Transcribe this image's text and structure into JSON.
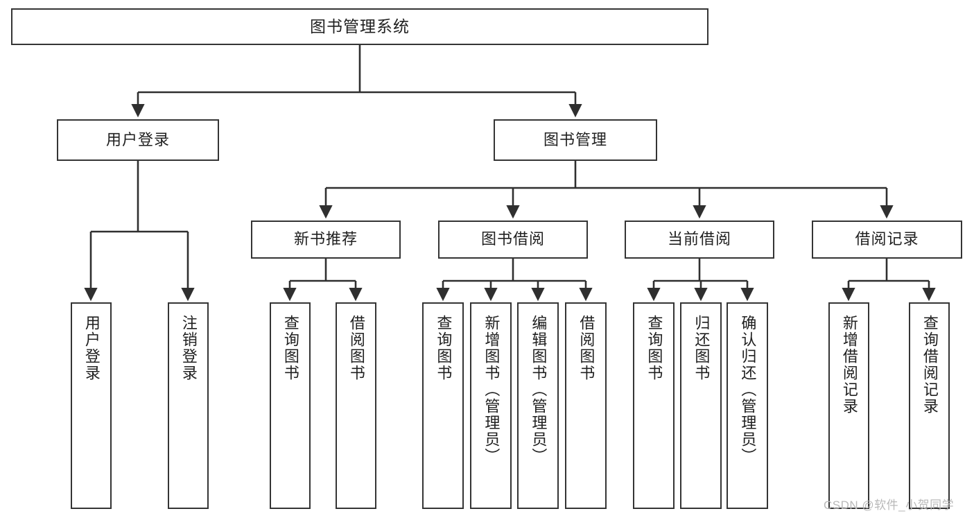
{
  "diagram": {
    "title": "图书管理系统",
    "type": "tree-hierarchy-diagram",
    "orientation": "top-down",
    "colors": {
      "box_border": "#343434",
      "box_fill": "#ffffff",
      "edge": "#2f2f2f",
      "text": "#202020",
      "watermark": "#b9b9b9",
      "background": "#ffffff"
    },
    "nodes": {
      "root": {
        "label": "图书管理系统",
        "level": 0
      },
      "user_login": {
        "label": "用户登录",
        "level": 1
      },
      "book_manage": {
        "label": "图书管理",
        "level": 1
      },
      "new_book_rec": {
        "label": "新书推荐",
        "level": 2
      },
      "book_borrow": {
        "label": "图书借阅",
        "level": 2
      },
      "current_borrow": {
        "label": "当前借阅",
        "level": 2
      },
      "borrow_record": {
        "label": "借阅记录",
        "level": 2
      },
      "leaf_user_login": {
        "label": "用户登录",
        "level": 3
      },
      "leaf_logout": {
        "label": "注销登录",
        "level": 3
      },
      "leaf_query_book_1": {
        "label": "查询图书",
        "level": 3
      },
      "leaf_borrow_book_1": {
        "label": "借阅图书",
        "level": 3
      },
      "leaf_query_book_2": {
        "label": "查询图书",
        "level": 3
      },
      "leaf_add_book_admin": {
        "label": "新增图书（管理员）",
        "level": 3
      },
      "leaf_edit_book_admin": {
        "label": "编辑图书（管理员）",
        "level": 3
      },
      "leaf_borrow_book_2": {
        "label": "借阅图书",
        "level": 3
      },
      "leaf_query_book_3": {
        "label": "查询图书",
        "level": 3
      },
      "leaf_return_book": {
        "label": "归还图书",
        "level": 3
      },
      "leaf_confirm_return_admin": {
        "label": "确认归还（管理员）",
        "level": 3
      },
      "leaf_add_borrow_record": {
        "label": "新增借阅记录",
        "level": 3
      },
      "leaf_query_borrow_record": {
        "label": "查询借阅记录",
        "level": 3
      }
    },
    "edges": [
      {
        "from": "root",
        "to": "user_login"
      },
      {
        "from": "root",
        "to": "book_manage"
      },
      {
        "from": "user_login",
        "to": "leaf_user_login"
      },
      {
        "from": "user_login",
        "to": "leaf_logout"
      },
      {
        "from": "book_manage",
        "to": "new_book_rec"
      },
      {
        "from": "book_manage",
        "to": "book_borrow"
      },
      {
        "from": "book_manage",
        "to": "current_borrow"
      },
      {
        "from": "book_manage",
        "to": "borrow_record"
      },
      {
        "from": "new_book_rec",
        "to": "leaf_query_book_1"
      },
      {
        "from": "new_book_rec",
        "to": "leaf_borrow_book_1"
      },
      {
        "from": "book_borrow",
        "to": "leaf_query_book_2"
      },
      {
        "from": "book_borrow",
        "to": "leaf_add_book_admin"
      },
      {
        "from": "book_borrow",
        "to": "leaf_edit_book_admin"
      },
      {
        "from": "book_borrow",
        "to": "leaf_borrow_book_2"
      },
      {
        "from": "current_borrow",
        "to": "leaf_query_book_3"
      },
      {
        "from": "current_borrow",
        "to": "leaf_return_book"
      },
      {
        "from": "current_borrow",
        "to": "leaf_confirm_return_admin"
      },
      {
        "from": "borrow_record",
        "to": "leaf_add_borrow_record"
      },
      {
        "from": "borrow_record",
        "to": "leaf_query_borrow_record"
      }
    ]
  },
  "watermark": {
    "text": "CSDN @软件_小贺同学"
  }
}
